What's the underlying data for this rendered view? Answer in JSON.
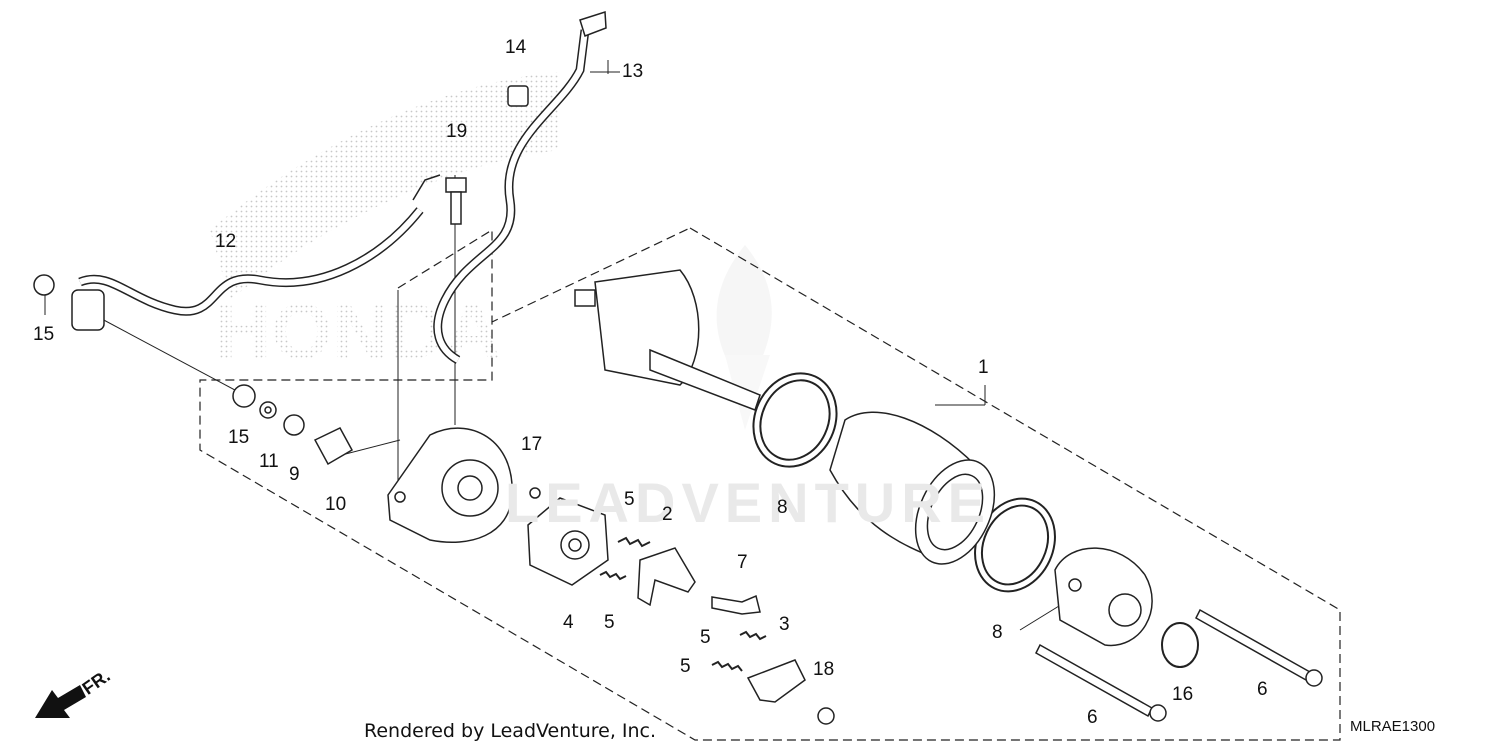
{
  "diagram": {
    "footer_credit": "Rendered by LeadVenture, Inc.",
    "diagram_code": "MLRAE1300",
    "direction_label": "FR.",
    "watermark_text": "LEADVENTURE",
    "background_logo": "HONDA",
    "callouts": [
      {
        "id": "1",
        "text": "1"
      },
      {
        "id": "2",
        "text": "2"
      },
      {
        "id": "3",
        "text": "3"
      },
      {
        "id": "4",
        "text": "4"
      },
      {
        "id": "5a",
        "text": "5"
      },
      {
        "id": "5b",
        "text": "5"
      },
      {
        "id": "5c",
        "text": "5"
      },
      {
        "id": "5d",
        "text": "5"
      },
      {
        "id": "6a",
        "text": "6"
      },
      {
        "id": "6b",
        "text": "6"
      },
      {
        "id": "7",
        "text": "7"
      },
      {
        "id": "8a",
        "text": "8"
      },
      {
        "id": "8b",
        "text": "8"
      },
      {
        "id": "9",
        "text": "9"
      },
      {
        "id": "10",
        "text": "10"
      },
      {
        "id": "11",
        "text": "11"
      },
      {
        "id": "12",
        "text": "12"
      },
      {
        "id": "13",
        "text": "13"
      },
      {
        "id": "14",
        "text": "14"
      },
      {
        "id": "15a",
        "text": "15"
      },
      {
        "id": "15b",
        "text": "15"
      },
      {
        "id": "16",
        "text": "16"
      },
      {
        "id": "17",
        "text": "17"
      },
      {
        "id": "18",
        "text": "18"
      },
      {
        "id": "19",
        "text": "19"
      }
    ]
  }
}
